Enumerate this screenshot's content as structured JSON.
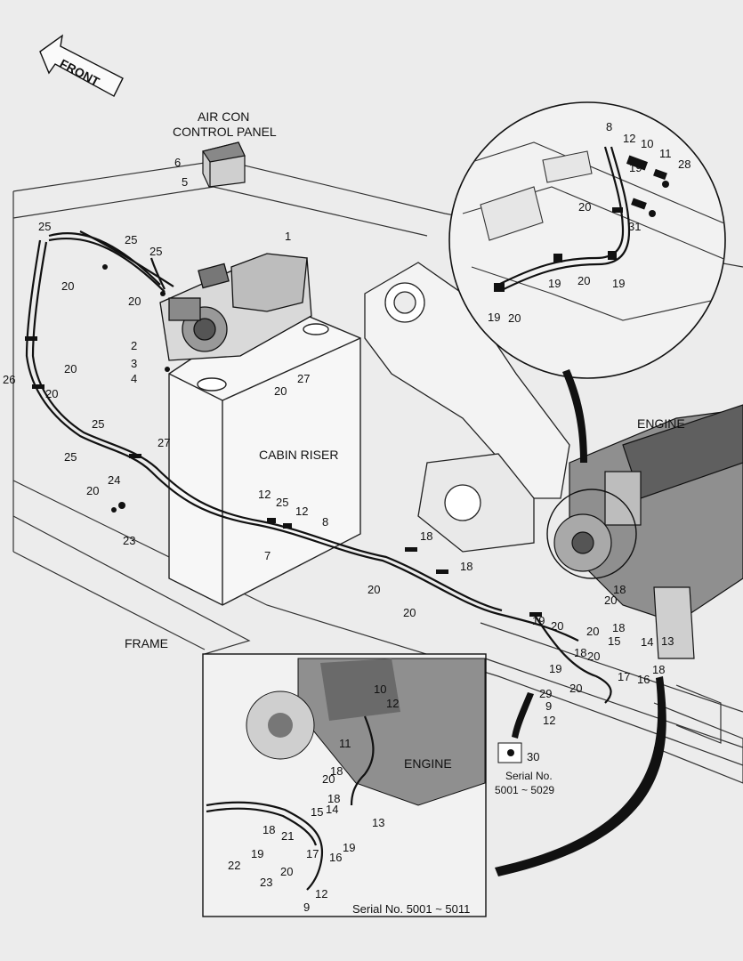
{
  "front_label": "FRONT",
  "captions": {
    "air_con_line1": "AIR CON",
    "air_con_line2": "CONTROL PANEL",
    "cabin_riser": "CABIN RISER",
    "frame": "FRAME",
    "engine_detail": "ENGINE",
    "engine_inset": "ENGINE",
    "serial_small_line1": "Serial No.",
    "serial_small_line2": "5001 ~ 5029",
    "serial_inset": "Serial No. 5001 ~ 5011"
  },
  "callouts": [
    {
      "id": "c1",
      "text": "1"
    },
    {
      "id": "c2",
      "text": "2"
    },
    {
      "id": "c3",
      "text": "3"
    },
    {
      "id": "c4",
      "text": "4"
    },
    {
      "id": "c5",
      "text": "5"
    },
    {
      "id": "c6",
      "text": "6"
    },
    {
      "id": "c7",
      "text": "7"
    },
    {
      "id": "c8a",
      "text": "8"
    },
    {
      "id": "c8b",
      "text": "8"
    },
    {
      "id": "c9a",
      "text": "9"
    },
    {
      "id": "c9b",
      "text": "9"
    },
    {
      "id": "c10a",
      "text": "10"
    },
    {
      "id": "c10b",
      "text": "10"
    },
    {
      "id": "c11a",
      "text": "11"
    },
    {
      "id": "c11b",
      "text": "11"
    },
    {
      "id": "c12a",
      "text": "12"
    },
    {
      "id": "c12b",
      "text": "12"
    },
    {
      "id": "c12c",
      "text": "12"
    },
    {
      "id": "c12d",
      "text": "12"
    },
    {
      "id": "c12e",
      "text": "12"
    },
    {
      "id": "c12f",
      "text": "12"
    },
    {
      "id": "c13a",
      "text": "13"
    },
    {
      "id": "c13b",
      "text": "13"
    },
    {
      "id": "c14a",
      "text": "14"
    },
    {
      "id": "c14b",
      "text": "14"
    },
    {
      "id": "c15a",
      "text": "15"
    },
    {
      "id": "c15b",
      "text": "15"
    },
    {
      "id": "c16a",
      "text": "16"
    },
    {
      "id": "c16b",
      "text": "16"
    },
    {
      "id": "c17a",
      "text": "17"
    },
    {
      "id": "c17b",
      "text": "17"
    },
    {
      "id": "c18a",
      "text": "18"
    },
    {
      "id": "c18b",
      "text": "18"
    },
    {
      "id": "c18c",
      "text": "18"
    },
    {
      "id": "c18d",
      "text": "18"
    },
    {
      "id": "c18e",
      "text": "18"
    },
    {
      "id": "c18f",
      "text": "18"
    },
    {
      "id": "c18g",
      "text": "18"
    },
    {
      "id": "c18h",
      "text": "18"
    },
    {
      "id": "c18i",
      "text": "18"
    },
    {
      "id": "c19a",
      "text": "19"
    },
    {
      "id": "c19b",
      "text": "19"
    },
    {
      "id": "c19c",
      "text": "19"
    },
    {
      "id": "c19d",
      "text": "19"
    },
    {
      "id": "c19e",
      "text": "19"
    },
    {
      "id": "c19f",
      "text": "19"
    },
    {
      "id": "c19g",
      "text": "19"
    },
    {
      "id": "c19h",
      "text": "19"
    },
    {
      "id": "c20a",
      "text": "20"
    },
    {
      "id": "c20b",
      "text": "20"
    },
    {
      "id": "c20c",
      "text": "20"
    },
    {
      "id": "c20d",
      "text": "20"
    },
    {
      "id": "c20e",
      "text": "20"
    },
    {
      "id": "c20f",
      "text": "20"
    },
    {
      "id": "c20g",
      "text": "20"
    },
    {
      "id": "c20h",
      "text": "20"
    },
    {
      "id": "c20i",
      "text": "20"
    },
    {
      "id": "c20j",
      "text": "20"
    },
    {
      "id": "c20k",
      "text": "20"
    },
    {
      "id": "c20l",
      "text": "20"
    },
    {
      "id": "c20m",
      "text": "20"
    },
    {
      "id": "c20n",
      "text": "20"
    },
    {
      "id": "c20o",
      "text": "20"
    },
    {
      "id": "c20p",
      "text": "20"
    },
    {
      "id": "c20q",
      "text": "20"
    },
    {
      "id": "c20r",
      "text": "20"
    },
    {
      "id": "c21",
      "text": "21"
    },
    {
      "id": "c22",
      "text": "22"
    },
    {
      "id": "c23a",
      "text": "23"
    },
    {
      "id": "c23b",
      "text": "23"
    },
    {
      "id": "c24",
      "text": "24"
    },
    {
      "id": "c25a",
      "text": "25"
    },
    {
      "id": "c25b",
      "text": "25"
    },
    {
      "id": "c25c",
      "text": "25"
    },
    {
      "id": "c25d",
      "text": "25"
    },
    {
      "id": "c25e",
      "text": "25"
    },
    {
      "id": "c25f",
      "text": "25"
    },
    {
      "id": "c26",
      "text": "26"
    },
    {
      "id": "c27a",
      "text": "27"
    },
    {
      "id": "c27b",
      "text": "27"
    },
    {
      "id": "c28",
      "text": "28"
    },
    {
      "id": "c29",
      "text": "29"
    },
    {
      "id": "c30",
      "text": "30"
    },
    {
      "id": "c31",
      "text": "31"
    }
  ]
}
